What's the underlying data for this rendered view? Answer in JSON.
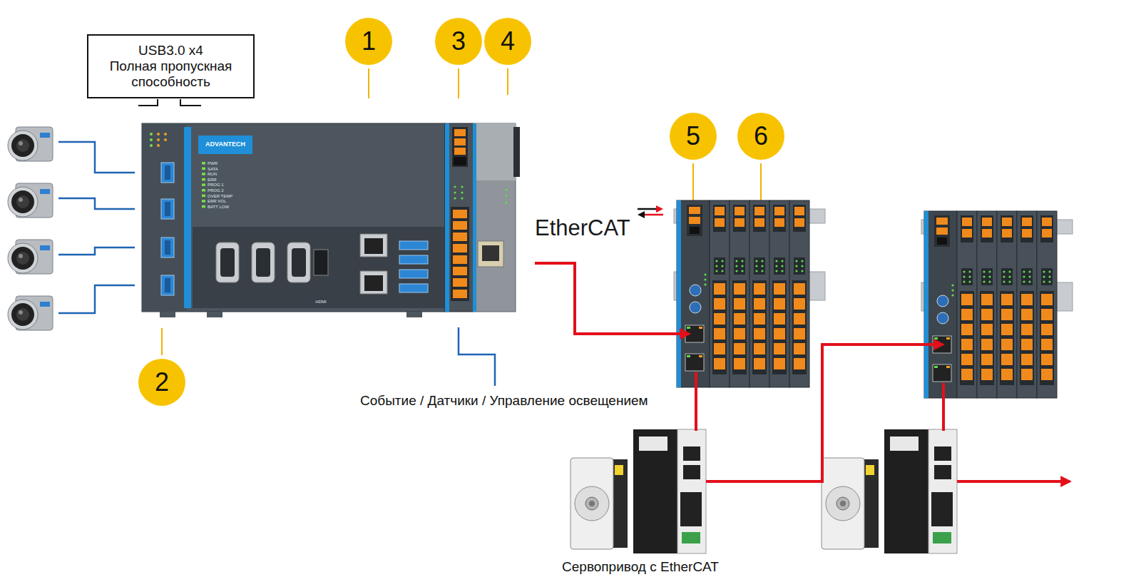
{
  "diagram": {
    "nodes": [
      {
        "text": [
          "USB3.0 x4",
          "Полная пропускная способность"
        ]
      }
    ],
    "labels": [
      "1",
      "3",
      "4",
      "5",
      "6",
      "2",
      "EtherCAT",
      "Событие / Датчики / Управление освещением",
      "Сервопривод с EtherCAT",
      "ADVANTECH",
      "PWR",
      "SATA",
      "RUN",
      "ERR",
      "PROG 1",
      "PROG 2",
      "OVER TEMP",
      "ERR VOL",
      "BATT LOW",
      "HDMI"
    ]
  }
}
